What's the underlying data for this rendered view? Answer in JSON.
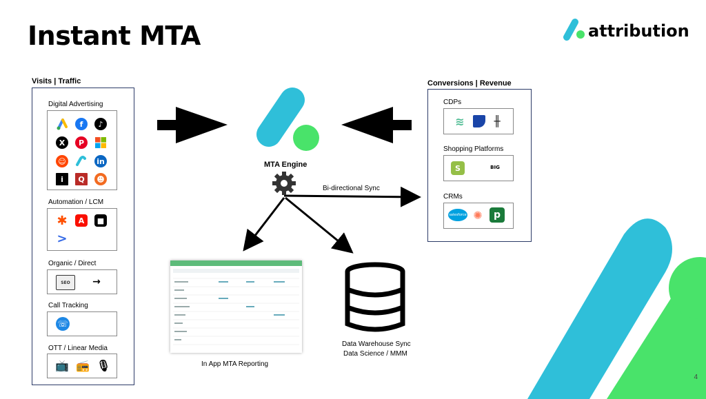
{
  "slide": {
    "title": "Instant MTA",
    "page_number": "4"
  },
  "brand": {
    "name": "attribution",
    "colors": {
      "teal": "#2FBFD9",
      "green": "#49E36A"
    }
  },
  "left_panel": {
    "header": "Visits | Traffic",
    "sections": [
      {
        "label": "Digital Advertising",
        "icons": [
          "google-ads-icon",
          "facebook-icon",
          "tiktok-icon",
          "x-icon",
          "pinterest-icon",
          "microsoft-icon",
          "reddit-icon",
          "attribution-icon",
          "linkedin-icon",
          "indeed-icon",
          "quora-icon",
          "taboola-icon"
        ]
      },
      {
        "label": "Automation / LCM",
        "icons": [
          "zapier-icon",
          "adobe-icon",
          "klaviyo-icon",
          "activecampaign-icon"
        ]
      },
      {
        "label": "Organic / Direct",
        "icons": [
          "seo-icon",
          "direct-arrow-icon"
        ]
      },
      {
        "label": "Call Tracking",
        "icons": [
          "call-tracking-icon"
        ]
      },
      {
        "label": "OTT / Linear Media",
        "icons": [
          "tv-icon",
          "radio-icon",
          "podcast-icon"
        ]
      }
    ]
  },
  "right_panel": {
    "header": "Conversions | Revenue",
    "sections": [
      {
        "label": "CDPs",
        "icons": [
          "segment-icon",
          "rudderstack-icon",
          "mparticle-icon"
        ]
      },
      {
        "label": "Shopping Platforms",
        "icons": [
          "shopify-icon",
          "bigcommerce-icon"
        ]
      },
      {
        "label": "CRMs",
        "icons": [
          "salesforce-icon",
          "hubspot-icon",
          "pipedrive-icon"
        ]
      }
    ]
  },
  "engine": {
    "label": "MTA Engine"
  },
  "sync_label": "Bi-directional Sync",
  "reporting": {
    "caption": "In App MTA Reporting"
  },
  "warehouse": {
    "line1": "Data Warehouse Sync",
    "line2": "Data Science / MMM"
  },
  "icon_text": {
    "seo": "SEO",
    "bigcommerce": "BIG",
    "salesforce": "salesforce"
  }
}
